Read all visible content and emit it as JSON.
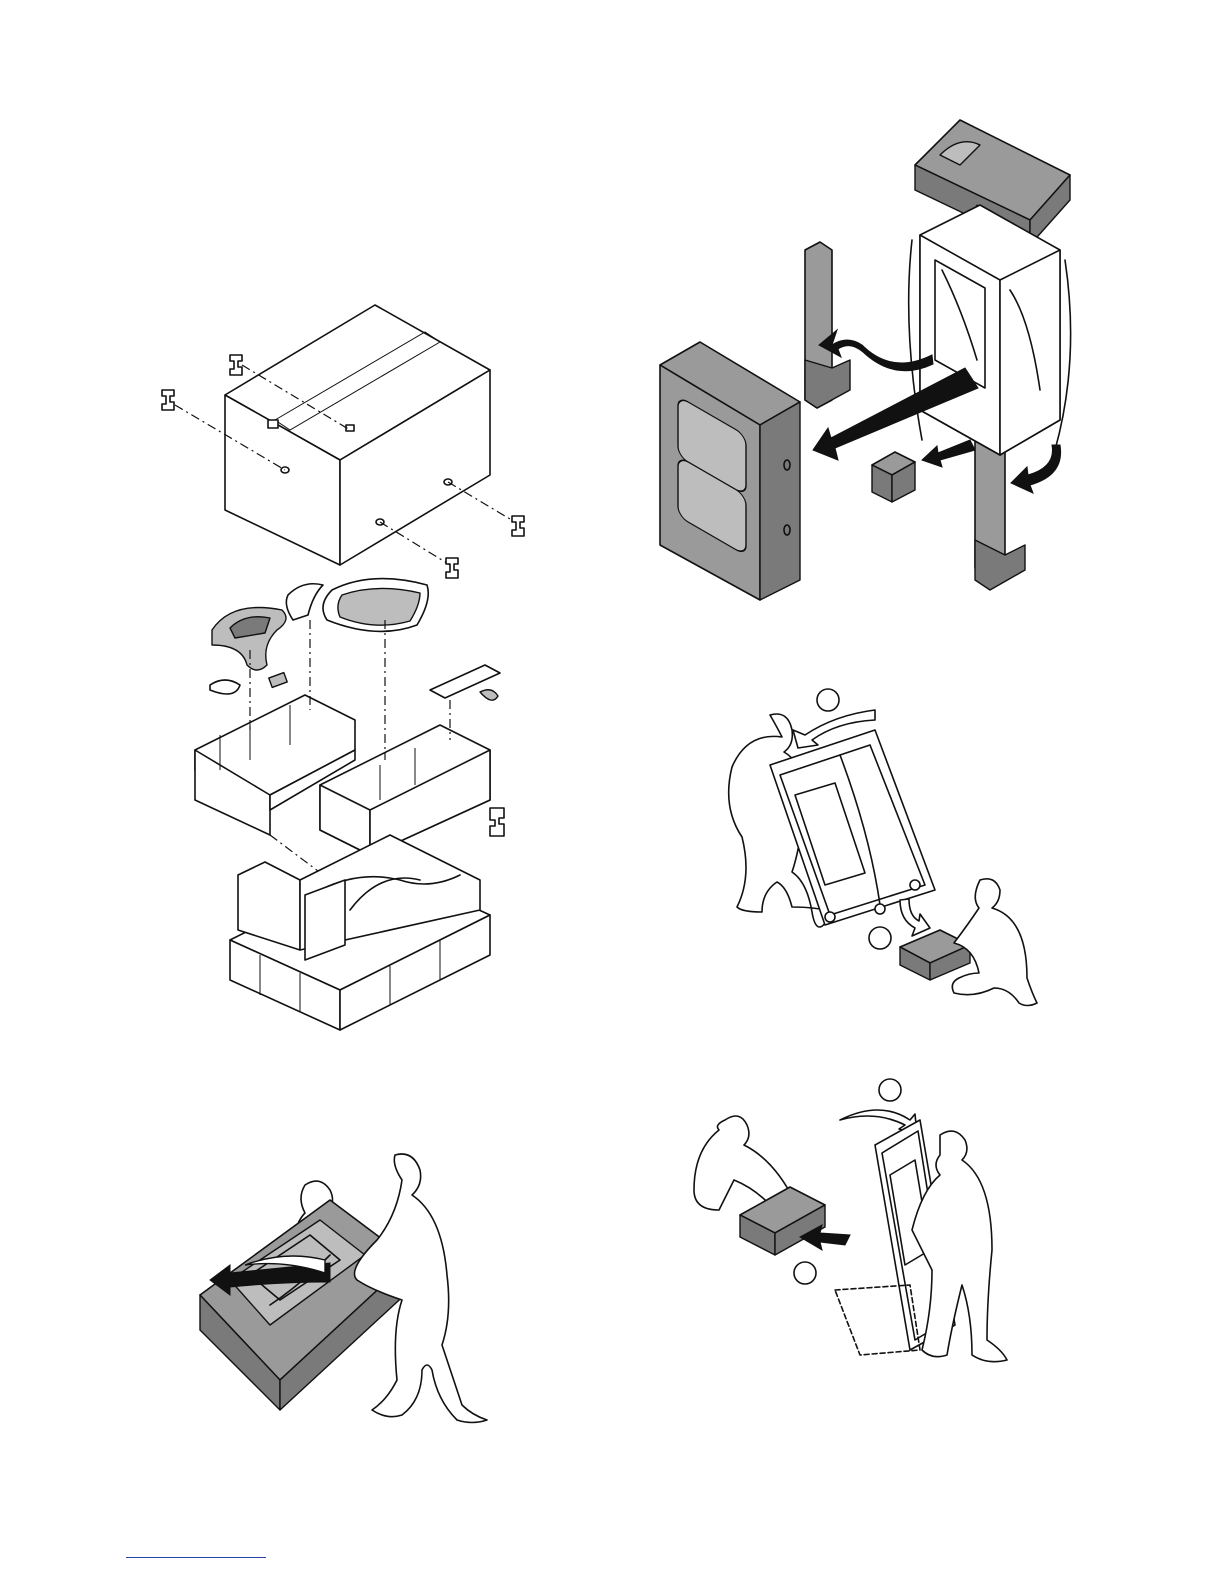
{
  "colors": {
    "line": "#111111",
    "packing_gray": "#9a9a9a",
    "footer_rule": "#2a4aa8"
  },
  "figures": [
    {
      "id": "box-and-packing-exploded"
    },
    {
      "id": "packing-removal-exploded"
    },
    {
      "id": "two-person-tilt-back"
    },
    {
      "id": "two-person-tilt-lift"
    },
    {
      "id": "two-person-lower"
    }
  ]
}
